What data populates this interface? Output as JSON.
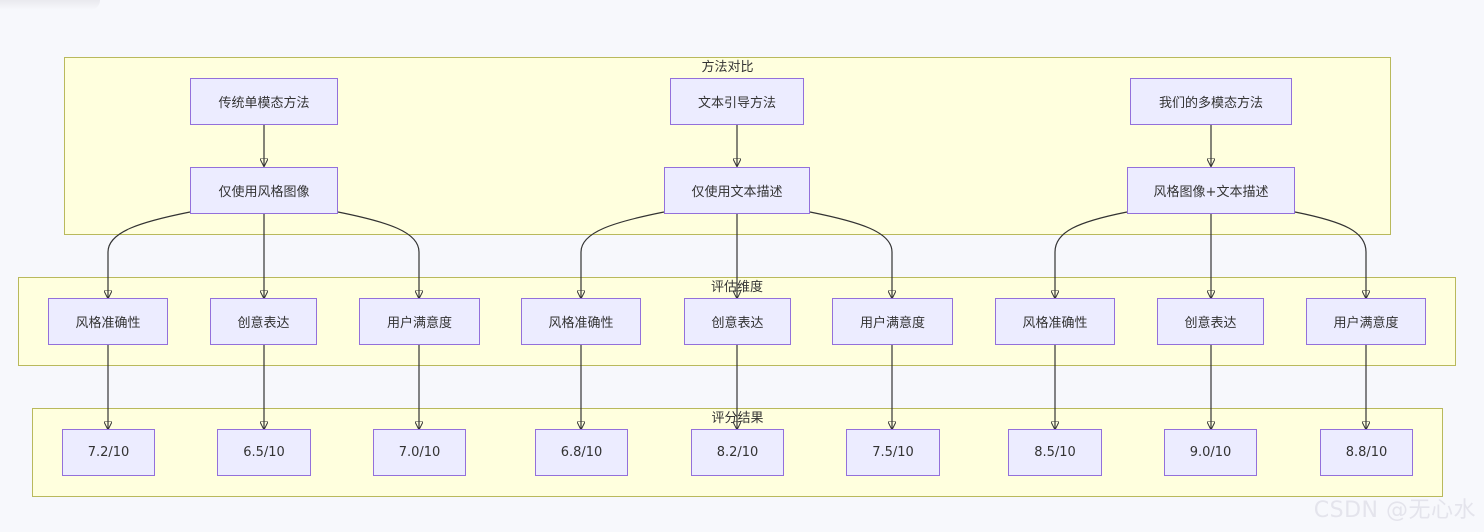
{
  "clusters": {
    "methods": "方法对比",
    "dimensions": "评估维度",
    "results": "评分结果"
  },
  "methods": [
    {
      "name": "传统单模态方法",
      "input": "仅使用风格图像"
    },
    {
      "name": "文本引导方法",
      "input": "仅使用文本描述"
    },
    {
      "name": "我们的多模态方法",
      "input": "风格图像+文本描述"
    }
  ],
  "dimension_labels": [
    "风格准确性",
    "创意表达",
    "用户满意度",
    "风格准确性",
    "创意表达",
    "用户满意度",
    "风格准确性",
    "创意表达",
    "用户满意度"
  ],
  "scores": [
    "7.2/10",
    "6.5/10",
    "7.0/10",
    "6.8/10",
    "8.2/10",
    "7.5/10",
    "8.5/10",
    "9.0/10",
    "8.8/10"
  ],
  "watermark": "CSDN @无心水",
  "colors": {
    "node_fill": "#ececff",
    "node_border": "#9370db",
    "cluster_fill": "#ffffde",
    "cluster_border": "#b9b95c",
    "edge": "#333333"
  }
}
